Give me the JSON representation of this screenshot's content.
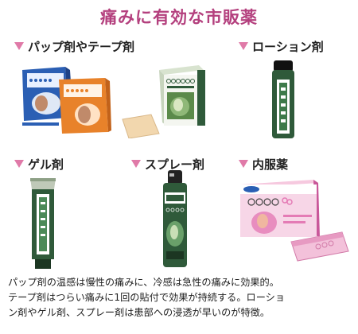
{
  "title": "痛みに有効な市販薬",
  "sections": {
    "patch": "パップ剤やテープ剤",
    "lotion": "ローション剤",
    "gel": "ゲル剤",
    "spray": "スプレー剤",
    "oral": "内服薬"
  },
  "caption": [
    "パップ剤の温感は慢性の痛みに、冷感は急性の痛みに効果的。",
    "テープ剤はつらい痛みに1回の貼付で効果が持続する。ローショ",
    "ン剤やゲル剤、スプレー剤は患部への浸透が早いのが特徴。"
  ],
  "colors": {
    "title": "#b4407e",
    "marker": "#e07aa8",
    "green": "#2f5a3a",
    "blue": "#2b5fb4",
    "orange": "#e8822a",
    "pink": "#e47bb5"
  }
}
